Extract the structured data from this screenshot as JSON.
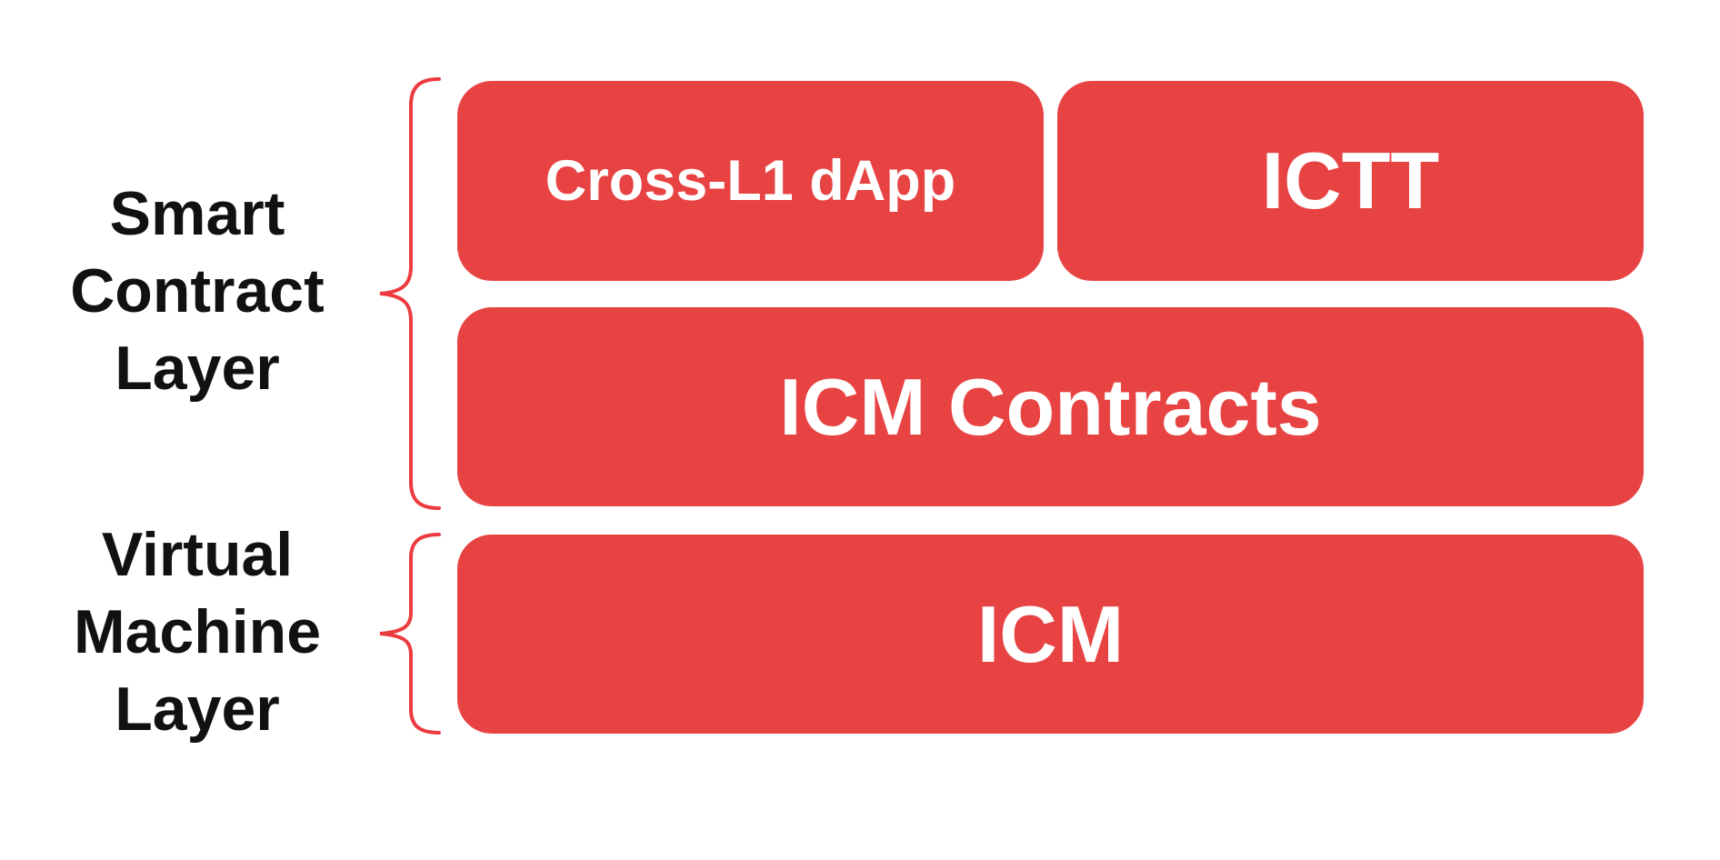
{
  "diagram": {
    "colors": {
      "box_red": "#e84343",
      "brace_red": "#ec3b3f",
      "label_black": "#111111",
      "box_text_white": "#ffffff",
      "background": "#ffffff"
    },
    "labels": {
      "smart_contract_layer": {
        "name": "Smart Contract Layer",
        "lines": [
          "Smart",
          "Contract",
          "Layer"
        ]
      },
      "virtual_machine_layer": {
        "name": "Virtual Machine Layer",
        "lines": [
          "Virtual",
          "Machine",
          "Layer"
        ]
      }
    },
    "boxes": {
      "cross_l1_dapp": {
        "label": "Cross-L1 dApp",
        "layer": "Smart Contract Layer"
      },
      "ictt": {
        "label": "ICTT",
        "layer": "Smart Contract Layer"
      },
      "icm_contracts": {
        "label": "ICM Contracts",
        "layer": "Smart Contract Layer"
      },
      "icm": {
        "label": "ICM",
        "layer": "Virtual Machine Layer"
      }
    }
  }
}
